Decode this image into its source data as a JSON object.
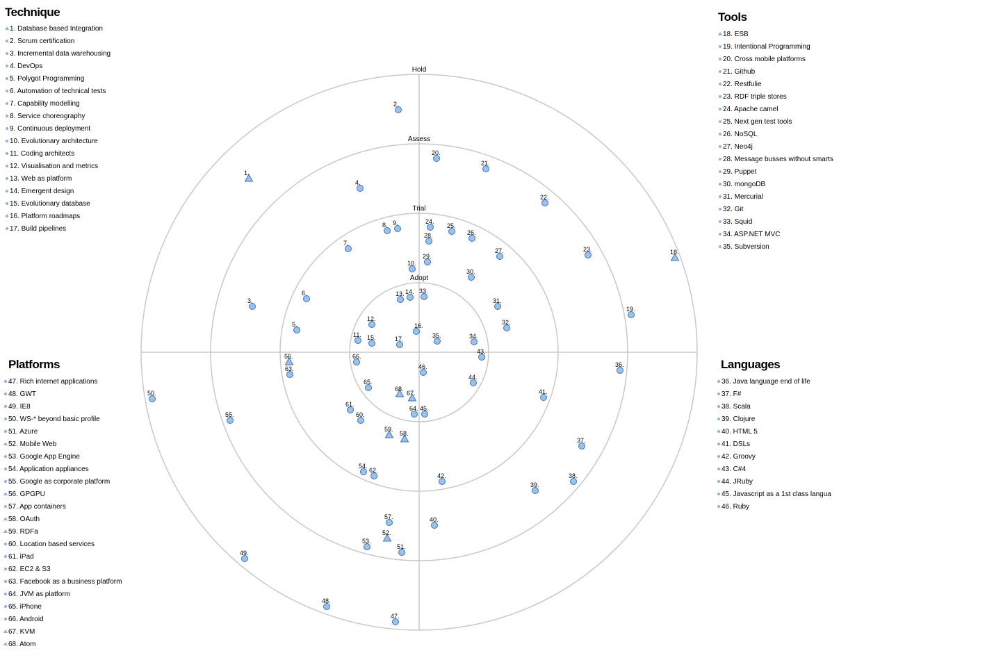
{
  "rings": [
    "Adopt",
    "Trial",
    "Assess",
    "Hold"
  ],
  "colors": {
    "marker_fill": "#9cc2ea",
    "marker_stroke": "#3b73b8",
    "ring_stroke": "#c8c8c8"
  },
  "quadrants": {
    "technique": {
      "title": "Technique",
      "items": [
        {
          "label": "1. Database based Integration",
          "shape": "triangle"
        },
        {
          "label": "2. Scrum certification",
          "shape": "circle"
        },
        {
          "label": "3. Incremental data warehousing",
          "shape": "circle"
        },
        {
          "label": "4. DevOps",
          "shape": "circle"
        },
        {
          "label": "5. Polygot Programming",
          "shape": "circle"
        },
        {
          "label": "6. Automation of technical tests",
          "shape": "circle"
        },
        {
          "label": "7. Capability modelling",
          "shape": "circle"
        },
        {
          "label": "8. Service choreography",
          "shape": "circle"
        },
        {
          "label": "9. Continuous deployment",
          "shape": "circle"
        },
        {
          "label": "10. Evolutionary architecture",
          "shape": "circle"
        },
        {
          "label": "11. Coding architects",
          "shape": "circle"
        },
        {
          "label": "12. Visualisation and metrics",
          "shape": "circle"
        },
        {
          "label": "13. Web as platform",
          "shape": "circle"
        },
        {
          "label": "14. Emergent design",
          "shape": "circle"
        },
        {
          "label": "15. Evolutionary database",
          "shape": "circle"
        },
        {
          "label": "16. Platform roadmaps",
          "shape": "circle"
        },
        {
          "label": "17. Build pipelines",
          "shape": "circle"
        }
      ]
    },
    "tools": {
      "title": "Tools",
      "items": [
        {
          "label": "18. ESB",
          "shape": "triangle"
        },
        {
          "label": "19. Intentional Programming",
          "shape": "circle"
        },
        {
          "label": "20. Cross mobile platforms",
          "shape": "circle"
        },
        {
          "label": "21. Github",
          "shape": "circle"
        },
        {
          "label": "22. Restfulie",
          "shape": "circle"
        },
        {
          "label": "23. RDF triple stores",
          "shape": "circle"
        },
        {
          "label": "24. Apache camel",
          "shape": "circle"
        },
        {
          "label": "25. Next gen test tools",
          "shape": "circle"
        },
        {
          "label": "26. NoSQL",
          "shape": "circle"
        },
        {
          "label": "27. Neo4j",
          "shape": "circle"
        },
        {
          "label": "28. Message busses without smarts",
          "shape": "circle"
        },
        {
          "label": "29. Puppet",
          "shape": "circle"
        },
        {
          "label": "30. mongoDB",
          "shape": "circle"
        },
        {
          "label": "31. Mercurial",
          "shape": "circle"
        },
        {
          "label": "32. Git",
          "shape": "circle"
        },
        {
          "label": "33. Squid",
          "shape": "circle"
        },
        {
          "label": "34. ASP.NET MVC",
          "shape": "circle"
        },
        {
          "label": "35. Subversion",
          "shape": "circle"
        }
      ]
    },
    "platforms": {
      "title": "Platforms",
      "items": [
        {
          "label": "47. Rich internet applications",
          "shape": "circle"
        },
        {
          "label": "48. GWT",
          "shape": "circle"
        },
        {
          "label": "49. IE8",
          "shape": "circle"
        },
        {
          "label": "50. WS-* beyond basic profile",
          "shape": "circle"
        },
        {
          "label": "51. Azure",
          "shape": "circle"
        },
        {
          "label": "52. Mobile Web",
          "shape": "triangle"
        },
        {
          "label": "53. Google App Engine",
          "shape": "circle"
        },
        {
          "label": "54. Application appliances",
          "shape": "circle"
        },
        {
          "label": "55. Google as corporate platform",
          "shape": "circle"
        },
        {
          "label": "56. GPGPU",
          "shape": "triangle"
        },
        {
          "label": "57. App containers",
          "shape": "circle"
        },
        {
          "label": "58. OAuth",
          "shape": "triangle"
        },
        {
          "label": "59. RDFa",
          "shape": "triangle"
        },
        {
          "label": "60. Location based services",
          "shape": "circle"
        },
        {
          "label": "61. iPad",
          "shape": "circle"
        },
        {
          "label": "62. EC2 & S3",
          "shape": "circle"
        },
        {
          "label": "63. Facebook as a business platform",
          "shape": "circle"
        },
        {
          "label": "64. JVM as platform",
          "shape": "circle"
        },
        {
          "label": "65. iPhone",
          "shape": "circle"
        },
        {
          "label": "66. Android",
          "shape": "circle"
        },
        {
          "label": "67. KVM",
          "shape": "triangle"
        },
        {
          "label": "68. Atom",
          "shape": "triangle"
        }
      ]
    },
    "languages": {
      "title": "Languages",
      "items": [
        {
          "label": "36. Java language end of life",
          "shape": "circle"
        },
        {
          "label": "37. F#",
          "shape": "circle"
        },
        {
          "label": "38. Scala",
          "shape": "circle"
        },
        {
          "label": "39. Clojure",
          "shape": "circle"
        },
        {
          "label": "40. HTML 5",
          "shape": "circle"
        },
        {
          "label": "41. DSLs",
          "shape": "circle"
        },
        {
          "label": "42. Groovy",
          "shape": "circle"
        },
        {
          "label": "43. C#4",
          "shape": "circle"
        },
        {
          "label": "44. JRuby",
          "shape": "circle"
        },
        {
          "label": "45. Javascript as a 1st class langua",
          "shape": "circle"
        },
        {
          "label": "46. Ruby",
          "shape": "circle"
        }
      ]
    }
  },
  "blips": [
    {
      "n": "1.",
      "shape": "triangle"
    },
    {
      "n": "2.",
      "shape": "circle"
    },
    {
      "n": "3.",
      "shape": "circle"
    },
    {
      "n": "4.",
      "shape": "circle"
    },
    {
      "n": "5.",
      "shape": "circle"
    },
    {
      "n": "6.",
      "shape": "circle"
    },
    {
      "n": "7.",
      "shape": "circle"
    },
    {
      "n": "8.",
      "shape": "circle"
    },
    {
      "n": "9.",
      "shape": "circle"
    },
    {
      "n": "10.",
      "shape": "circle"
    },
    {
      "n": "11.",
      "shape": "circle"
    },
    {
      "n": "12.",
      "shape": "circle"
    },
    {
      "n": "13.",
      "shape": "circle"
    },
    {
      "n": "14.",
      "shape": "circle"
    },
    {
      "n": "15.",
      "shape": "circle"
    },
    {
      "n": "16.",
      "shape": "circle"
    },
    {
      "n": "17.",
      "shape": "circle"
    },
    {
      "n": "18.",
      "shape": "triangle"
    },
    {
      "n": "19.",
      "shape": "circle"
    },
    {
      "n": "20.",
      "shape": "circle"
    },
    {
      "n": "21.",
      "shape": "circle"
    },
    {
      "n": "22.",
      "shape": "circle"
    },
    {
      "n": "23.",
      "shape": "circle"
    },
    {
      "n": "24.",
      "shape": "circle"
    },
    {
      "n": "25.",
      "shape": "circle"
    },
    {
      "n": "26.",
      "shape": "circle"
    },
    {
      "n": "27.",
      "shape": "circle"
    },
    {
      "n": "28.",
      "shape": "circle"
    },
    {
      "n": "29.",
      "shape": "circle"
    },
    {
      "n": "30.",
      "shape": "circle"
    },
    {
      "n": "31.",
      "shape": "circle"
    },
    {
      "n": "32.",
      "shape": "circle"
    },
    {
      "n": "33.",
      "shape": "circle"
    },
    {
      "n": "34.",
      "shape": "circle"
    },
    {
      "n": "35.",
      "shape": "circle"
    },
    {
      "n": "36.",
      "shape": "circle"
    },
    {
      "n": "37.",
      "shape": "circle"
    },
    {
      "n": "38.",
      "shape": "circle"
    },
    {
      "n": "39.",
      "shape": "circle"
    },
    {
      "n": "40.",
      "shape": "circle"
    },
    {
      "n": "41.",
      "shape": "circle"
    },
    {
      "n": "42.",
      "shape": "circle"
    },
    {
      "n": "43.",
      "shape": "circle"
    },
    {
      "n": "44.",
      "shape": "circle"
    },
    {
      "n": "45.",
      "shape": "circle"
    },
    {
      "n": "46.",
      "shape": "circle"
    },
    {
      "n": "47.",
      "shape": "circle"
    },
    {
      "n": "48.",
      "shape": "circle"
    },
    {
      "n": "49.",
      "shape": "circle"
    },
    {
      "n": "50.",
      "shape": "circle"
    },
    {
      "n": "51.",
      "shape": "circle"
    },
    {
      "n": "52.",
      "shape": "triangle"
    },
    {
      "n": "53.",
      "shape": "circle"
    },
    {
      "n": "54.",
      "shape": "circle"
    },
    {
      "n": "55.",
      "shape": "circle"
    },
    {
      "n": "56.",
      "shape": "triangle"
    },
    {
      "n": "57.",
      "shape": "circle"
    },
    {
      "n": "58.",
      "shape": "triangle"
    },
    {
      "n": "59.",
      "shape": "triangle"
    },
    {
      "n": "60.",
      "shape": "circle"
    },
    {
      "n": "61.",
      "shape": "circle"
    },
    {
      "n": "62.",
      "shape": "circle"
    },
    {
      "n": "63.",
      "shape": "circle"
    },
    {
      "n": "64.",
      "shape": "circle"
    },
    {
      "n": "65.",
      "shape": "circle"
    },
    {
      "n": "66.",
      "shape": "circle"
    },
    {
      "n": "67.",
      "shape": "triangle"
    },
    {
      "n": "68.",
      "shape": "triangle"
    }
  ]
}
